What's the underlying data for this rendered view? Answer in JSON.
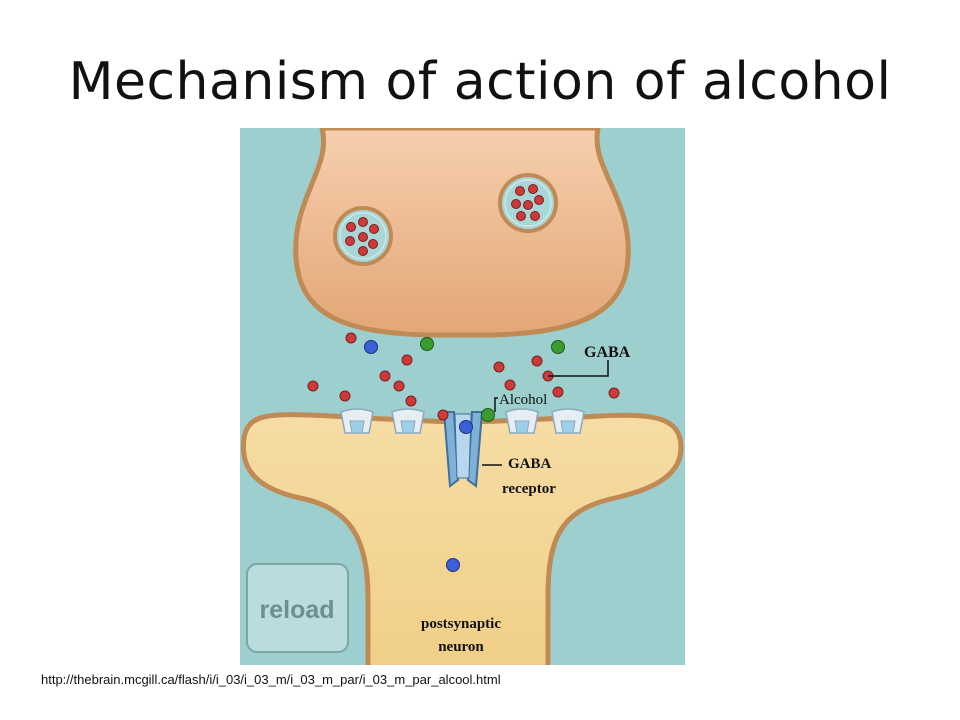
{
  "slide": {
    "title": "Mechanism of action of alcohol",
    "source_url": "http://thebrain.mcgill.ca/flash/i/i_03/i_03_m/i_03_m_par/i_03_m_par_alcool.html"
  },
  "diagram": {
    "labels": {
      "gaba": "GABA",
      "alcohol": "Alcohol",
      "gaba_receptor_line1": "GABA",
      "gaba_receptor_line2": "receptor",
      "postsynaptic_line1": "postsynaptic",
      "postsynaptic_line2": "neuron"
    },
    "reload_button": {
      "label": "reload"
    },
    "colors": {
      "background": "#9ecfcf",
      "presynaptic_fill": "#efbf98",
      "postsynaptic_fill": "#f2d392",
      "membrane": "#c08a55",
      "gaba_molecule": "#cc3a3a",
      "alcohol_molecule": "#3a9c2e",
      "chloride_ion": "#3a5fd8",
      "receptor": "#7fb0d8"
    }
  }
}
